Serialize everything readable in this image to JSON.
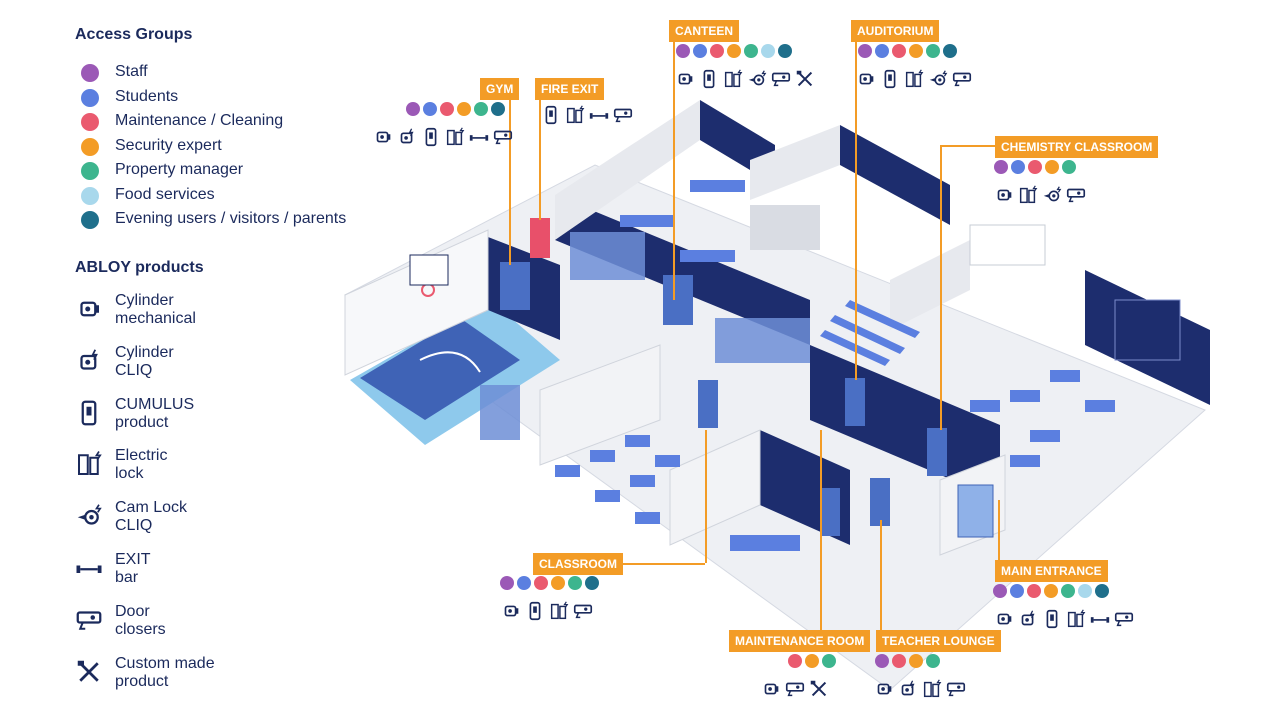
{
  "colors": {
    "staff": "#9b59b6",
    "students": "#5b7fe0",
    "maintenance": "#ea5a6f",
    "security": "#f39c26",
    "property": "#3db58e",
    "food": "#a8d8ec",
    "evening": "#1f6f8b",
    "navy": "#1b2a5c",
    "label": "#f39c26"
  },
  "legend": {
    "groups_title": "Access Groups",
    "groups": [
      {
        "label": "Staff",
        "color": "#9b59b6"
      },
      {
        "label": "Students",
        "color": "#5b7fe0"
      },
      {
        "label": "Maintenance / Cleaning",
        "color": "#ea5a6f"
      },
      {
        "label": "Security expert",
        "color": "#f39c26"
      },
      {
        "label": "Property manager",
        "color": "#3db58e"
      },
      {
        "label": "Food services",
        "color": "#a8d8ec"
      },
      {
        "label": "Evening users / visitors / parents",
        "color": "#1f6f8b"
      }
    ],
    "products_title": "ABLOY products",
    "products": [
      {
        "line1": "Cylinder",
        "line2": "mechanical",
        "icon": "cylinder-mechanical-icon"
      },
      {
        "line1": "Cylinder",
        "line2": "CLIQ",
        "icon": "cylinder-cliq-icon"
      },
      {
        "line1": "CUMULUS",
        "line2": "product",
        "icon": "cumulus-icon"
      },
      {
        "line1": "Electric",
        "line2": "lock",
        "icon": "electric-lock-icon"
      },
      {
        "line1": "Cam Lock",
        "line2": "CLIQ",
        "icon": "cam-lock-icon"
      },
      {
        "line1": "EXIT",
        "line2": "bar",
        "icon": "exit-bar-icon"
      },
      {
        "line1": "Door",
        "line2": "closers",
        "icon": "door-closer-icon"
      },
      {
        "line1": "Custom made",
        "line2": "product",
        "icon": "custom-product-icon"
      }
    ]
  },
  "rooms": {
    "gym": "GYM",
    "fire_exit": "FIRE EXIT",
    "canteen": "CANTEEN",
    "auditorium": "AUDITORIUM",
    "chemistry": "CHEMISTRY CLASSROOM",
    "classroom": "CLASSROOM",
    "maintenance_room": "MAINTENANCE ROOM",
    "teacher_lounge": "TEACHER LOUNGE",
    "main_entrance": "MAIN ENTRANCE"
  }
}
